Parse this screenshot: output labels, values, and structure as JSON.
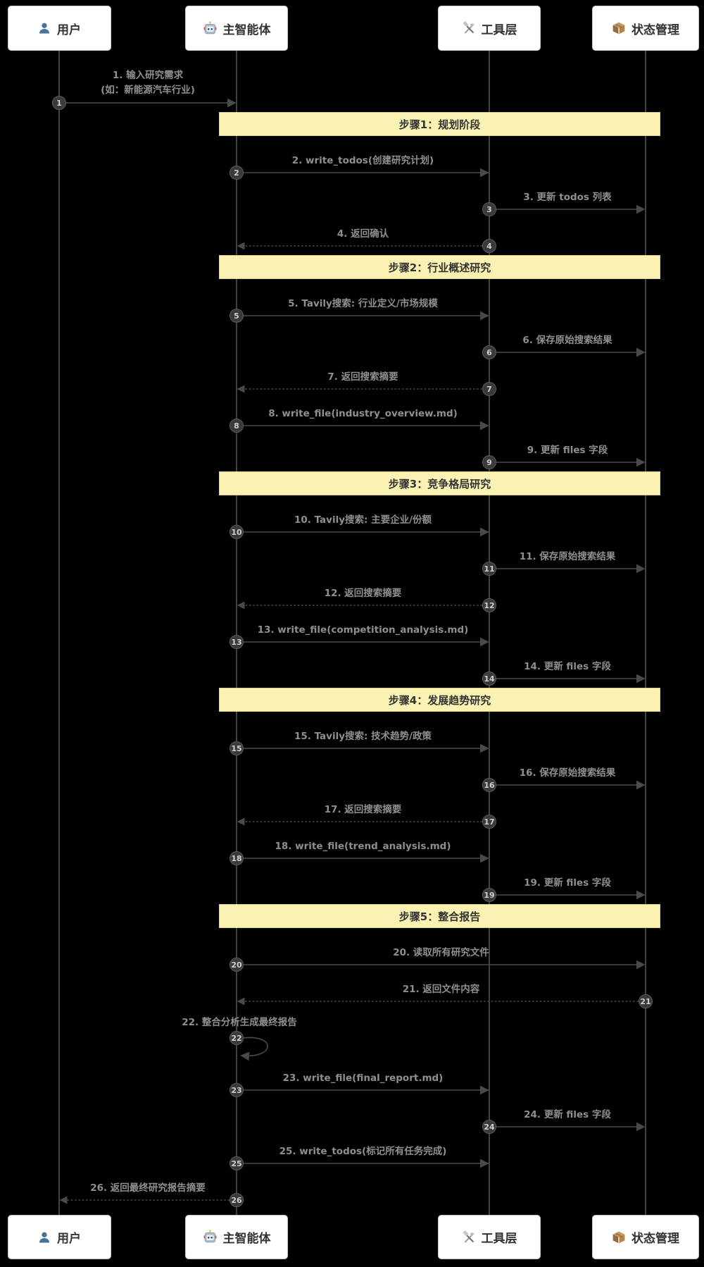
{
  "diagram": {
    "actors": [
      {
        "id": "user",
        "label": "用户",
        "icon": "user-icon"
      },
      {
        "id": "agent",
        "label": "主智能体",
        "icon": "robot-icon"
      },
      {
        "id": "tools",
        "label": "工具层",
        "icon": "tools-icon"
      },
      {
        "id": "state",
        "label": "状态管理",
        "icon": "package-icon"
      }
    ],
    "colors": {
      "background": "#000000",
      "actor_bg": "#ffffff",
      "actor_text": "#333333",
      "lifeline": "#6e6e6e",
      "arrow": "#4a4a4a",
      "message_text": "#8f8f8f",
      "banner_bg": "#faf2b2",
      "banner_text": "#333333",
      "badge_bg": "#3a3a3a",
      "badge_text": "#cfcfcf"
    },
    "sequence": [
      {
        "type": "message",
        "num": "1",
        "from": "user",
        "to": "agent",
        "style": "solid",
        "lines": [
          "1. 输入研究需求",
          "(如：新能源汽车行业)"
        ]
      },
      {
        "type": "step",
        "label": "步骤1：规划阶段"
      },
      {
        "type": "message",
        "num": "2",
        "from": "agent",
        "to": "tools",
        "style": "solid",
        "lines": [
          "2. write_todos(创建研究计划)"
        ]
      },
      {
        "type": "message",
        "num": "3",
        "from": "tools",
        "to": "state",
        "style": "solid",
        "lines": [
          "3. 更新 todos 列表"
        ]
      },
      {
        "type": "message",
        "num": "4",
        "from": "tools",
        "to": "agent",
        "style": "dashed",
        "lines": [
          "4. 返回确认"
        ]
      },
      {
        "type": "step",
        "label": "步骤2：行业概述研究"
      },
      {
        "type": "message",
        "num": "5",
        "from": "agent",
        "to": "tools",
        "style": "solid",
        "lines": [
          "5. Tavily搜索: 行业定义/市场规模"
        ]
      },
      {
        "type": "message",
        "num": "6",
        "from": "tools",
        "to": "state",
        "style": "solid",
        "lines": [
          "6. 保存原始搜索结果"
        ]
      },
      {
        "type": "message",
        "num": "7",
        "from": "tools",
        "to": "agent",
        "style": "dashed",
        "lines": [
          "7. 返回搜索摘要"
        ]
      },
      {
        "type": "message",
        "num": "8",
        "from": "agent",
        "to": "tools",
        "style": "solid",
        "lines": [
          "8. write_file(industry_overview.md)"
        ]
      },
      {
        "type": "message",
        "num": "9",
        "from": "tools",
        "to": "state",
        "style": "solid",
        "lines": [
          "9. 更新 files 字段"
        ]
      },
      {
        "type": "step",
        "label": "步骤3：竞争格局研究"
      },
      {
        "type": "message",
        "num": "10",
        "from": "agent",
        "to": "tools",
        "style": "solid",
        "lines": [
          "10. Tavily搜索: 主要企业/份额"
        ]
      },
      {
        "type": "message",
        "num": "11",
        "from": "tools",
        "to": "state",
        "style": "solid",
        "lines": [
          "11. 保存原始搜索结果"
        ]
      },
      {
        "type": "message",
        "num": "12",
        "from": "tools",
        "to": "agent",
        "style": "dashed",
        "lines": [
          "12. 返回搜索摘要"
        ]
      },
      {
        "type": "message",
        "num": "13",
        "from": "agent",
        "to": "tools",
        "style": "solid",
        "lines": [
          "13. write_file(competition_analysis.md)"
        ]
      },
      {
        "type": "message",
        "num": "14",
        "from": "tools",
        "to": "state",
        "style": "solid",
        "lines": [
          "14. 更新 files 字段"
        ]
      },
      {
        "type": "step",
        "label": "步骤4：发展趋势研究"
      },
      {
        "type": "message",
        "num": "15",
        "from": "agent",
        "to": "tools",
        "style": "solid",
        "lines": [
          "15. Tavily搜索: 技术趋势/政策"
        ]
      },
      {
        "type": "message",
        "num": "16",
        "from": "tools",
        "to": "state",
        "style": "solid",
        "lines": [
          "16. 保存原始搜索结果"
        ]
      },
      {
        "type": "message",
        "num": "17",
        "from": "tools",
        "to": "agent",
        "style": "dashed",
        "lines": [
          "17. 返回搜索摘要"
        ]
      },
      {
        "type": "message",
        "num": "18",
        "from": "agent",
        "to": "tools",
        "style": "solid",
        "lines": [
          "18. write_file(trend_analysis.md)"
        ]
      },
      {
        "type": "message",
        "num": "19",
        "from": "tools",
        "to": "state",
        "style": "solid",
        "lines": [
          "19. 更新 files 字段"
        ]
      },
      {
        "type": "step",
        "label": "步骤5：整合报告"
      },
      {
        "type": "message",
        "num": "20",
        "from": "agent",
        "to": "state",
        "style": "solid",
        "lines": [
          "20. 读取所有研究文件"
        ]
      },
      {
        "type": "message",
        "num": "21",
        "from": "state",
        "to": "agent",
        "style": "dashed",
        "lines": [
          "21. 返回文件内容"
        ]
      },
      {
        "type": "message",
        "num": "22",
        "from": "agent",
        "to": "agent",
        "style": "self",
        "lines": [
          "22. 整合分析生成最终报告"
        ]
      },
      {
        "type": "message",
        "num": "23",
        "from": "agent",
        "to": "tools",
        "style": "solid",
        "lines": [
          "23. write_file(final_report.md)"
        ]
      },
      {
        "type": "message",
        "num": "24",
        "from": "tools",
        "to": "state",
        "style": "solid",
        "lines": [
          "24. 更新 files 字段"
        ]
      },
      {
        "type": "message",
        "num": "25",
        "from": "agent",
        "to": "tools",
        "style": "solid",
        "lines": [
          "25. write_todos(标记所有任务完成)"
        ]
      },
      {
        "type": "message",
        "num": "26",
        "from": "agent",
        "to": "user",
        "style": "dashed",
        "lines": [
          "26. 返回最终研究报告摘要"
        ]
      }
    ]
  }
}
